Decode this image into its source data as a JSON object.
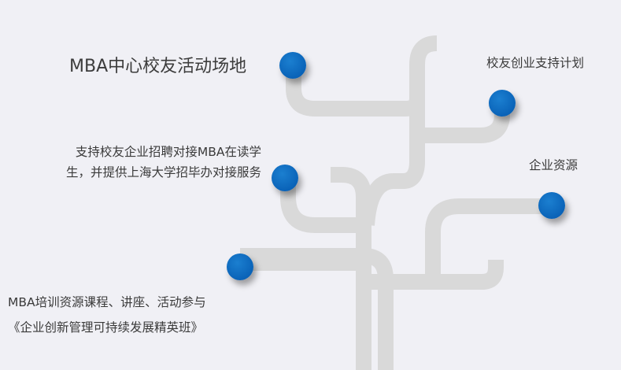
{
  "colors": {
    "branch": "#d9d9d9",
    "node": "#0a66bf",
    "background": "#f0f0f5"
  },
  "nodes": {
    "campus_venue": "MBA中心校友活动场地",
    "recruitment_line1": "支持校友企业招聘对接MBA在读学",
    "recruitment_line2": "生，并提供上海大学招毕办对接服务",
    "venture_plan": "校友创业支持计划",
    "enterprise_resources": "企业资源",
    "training_line1": "MBA培训资源课程、讲座、活动参与",
    "training_line2": "《企业创新管理可持续发展精英班》"
  }
}
